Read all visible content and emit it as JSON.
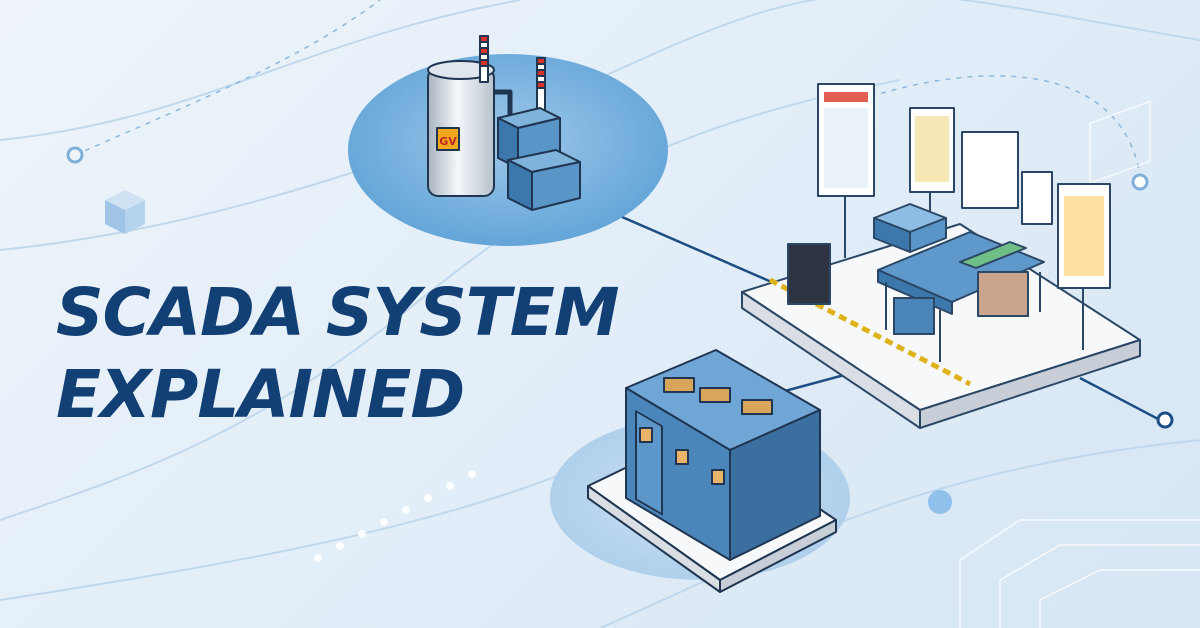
{
  "headline": {
    "line1": "SCADA SYSTEM",
    "line2": "EXPLAINED"
  },
  "colors": {
    "headline": "#123f74",
    "accent": "#3f8ed1",
    "equipment_blue": "#4f8dc0",
    "connector": "#1d4f85",
    "background": "#e6f0f8"
  },
  "illustration": {
    "boiler_label": "GV"
  }
}
